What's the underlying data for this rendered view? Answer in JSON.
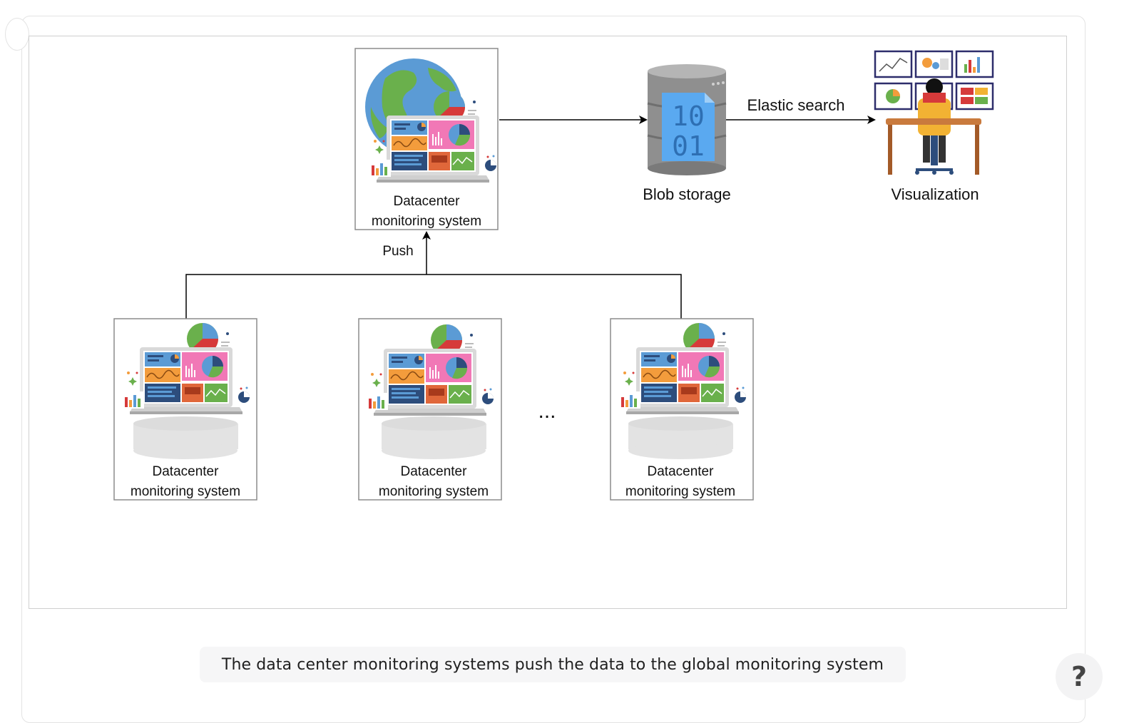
{
  "diagram": {
    "global_node": {
      "label_line1": "Datacenter",
      "label_line2": "monitoring system"
    },
    "local_nodes": [
      {
        "label_line1": "Datacenter",
        "label_line2": "monitoring system"
      },
      {
        "label_line1": "Datacenter",
        "label_line2": "monitoring system"
      },
      {
        "label_line1": "Datacenter",
        "label_line2": "monitoring system"
      }
    ],
    "ellipsis": "...",
    "push_label": "Push",
    "blob_storage_label": "Blob storage",
    "blob_bits_top": "10",
    "blob_bits_bottom": "01",
    "elastic_search_label": "Elastic search",
    "visualization_label": "Visualization"
  },
  "caption": "The data center monitoring systems push the data to the global monitoring system",
  "help": {
    "label": "?"
  },
  "colors": {
    "globe_blue": "#5b9bd5",
    "globe_green": "#6ab04c",
    "pie_red": "#d63a3a",
    "dash_pink": "#f178b6",
    "dash_orange": "#f39c3c",
    "dash_navy": "#2d4d7c",
    "blob_gray": "#8f8f8f",
    "blob_file_blue": "#5aa9f0",
    "chair_yellow": "#f2b233"
  }
}
